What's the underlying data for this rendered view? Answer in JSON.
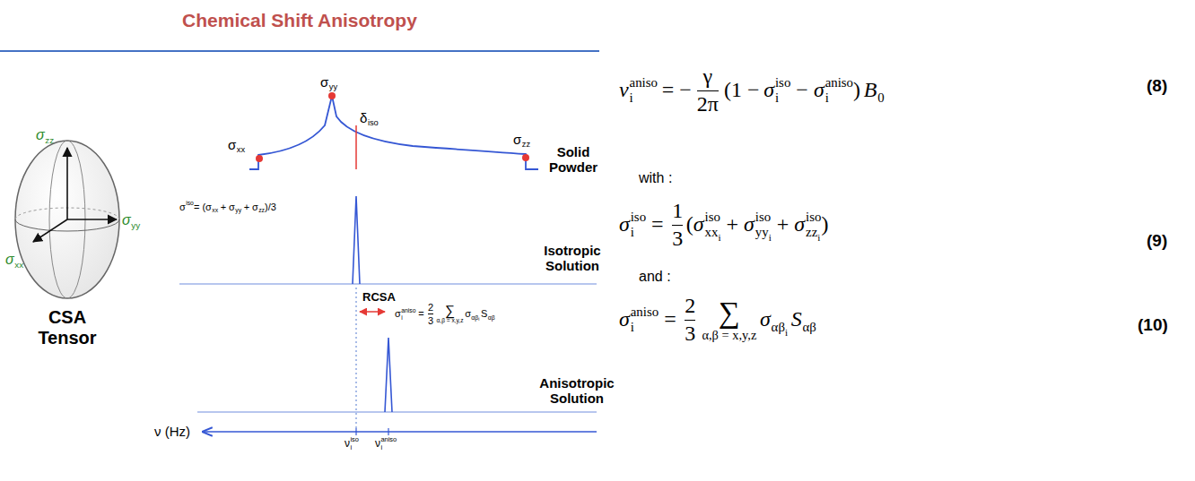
{
  "diagram": {
    "title": "Chemical Shift Anisotropy",
    "labels": [
      "σ",
      "zz",
      "σ",
      "yy",
      "σ",
      "xx",
      "CSA Tensor",
      "σ",
      "yy",
      "σ",
      "xx",
      "δ",
      "iso",
      "σ",
      "zz",
      "Solid Powder",
      "σ",
      "iso",
      "= (",
      "σ",
      "xx",
      "+",
      "σ",
      "yy",
      "+",
      "σ",
      "zz",
      ")/3",
      "Isotropic Solution",
      "RCSA",
      "σ",
      "i",
      "aniso",
      "=",
      "2",
      "3",
      "∑",
      "α,β = x,y,z",
      "σ",
      "αβ",
      "i",
      "S",
      "αβ",
      "Anisotropic Solution",
      "ν (Hz)",
      "ν",
      "i",
      "iso",
      "ν",
      "i",
      "aniso",
      "ν",
      "i",
      "aniso",
      "= −",
      "γ",
      "2π",
      "(1 −",
      "σ",
      "i",
      "iso",
      "−",
      "σ",
      "i",
      "aniso",
      ")",
      "B",
      "0",
      "(8)",
      "with :",
      "σ",
      "i",
      "iso",
      "=",
      "1",
      "3",
      "(",
      "σ",
      "xx",
      "i",
      "iso",
      "+",
      "σ",
      "yy",
      "i",
      "iso",
      "+",
      "σ",
      "zz",
      "i",
      "iso",
      ")",
      "(9)",
      "and :",
      "σ",
      "i",
      "aniso",
      "=",
      "2",
      "3",
      "∑",
      "α,β = x,y,z",
      "σ",
      "αβ",
      "i",
      "S",
      "αβ",
      "(10)"
    ]
  }
}
